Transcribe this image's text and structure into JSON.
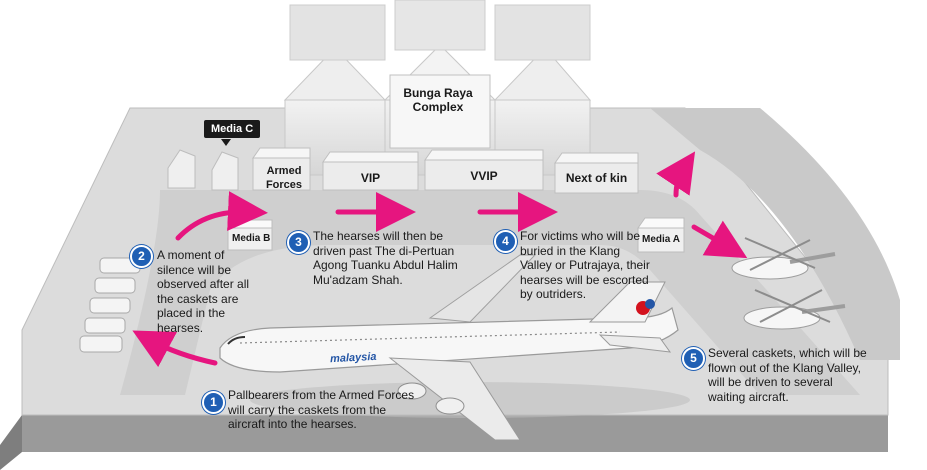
{
  "buildings": {
    "main": "Bunga Raya Complex",
    "armed_forces": "Armed Forces",
    "vip": "VIP",
    "vvip": "VVIP",
    "next_of_kin": "Next of kin"
  },
  "media": {
    "a": "Media A",
    "b": "Media B",
    "c": "Media C"
  },
  "aircraft": {
    "livery": "malaysia"
  },
  "steps": [
    {
      "number": "1",
      "text": "Pallbearers from the Armed Forces will carry the caskets from the aircraft into the hearses."
    },
    {
      "number": "2",
      "text": "A moment of silence will be observed after all the caskets are placed in the hearses."
    },
    {
      "number": "3",
      "text": "The hearses will then be driven past The di-Pertuan Agong Tuanku Abdul Halim Mu'adzam Shah."
    },
    {
      "number": "4",
      "text": "For victims who will be buried in the Klang Valley or Putrajaya, their hearses will be escorted by outriders."
    },
    {
      "number": "5",
      "text": "Several caskets, which will be flown out of the Klang Valley, will be driven to several waiting aircraft."
    }
  ],
  "colors": {
    "ground": "#d9d9d9",
    "road": "#c4c4c4",
    "arrow": "#e6157f",
    "badge": "#1f5fb4",
    "building": "#e9e9e9"
  }
}
